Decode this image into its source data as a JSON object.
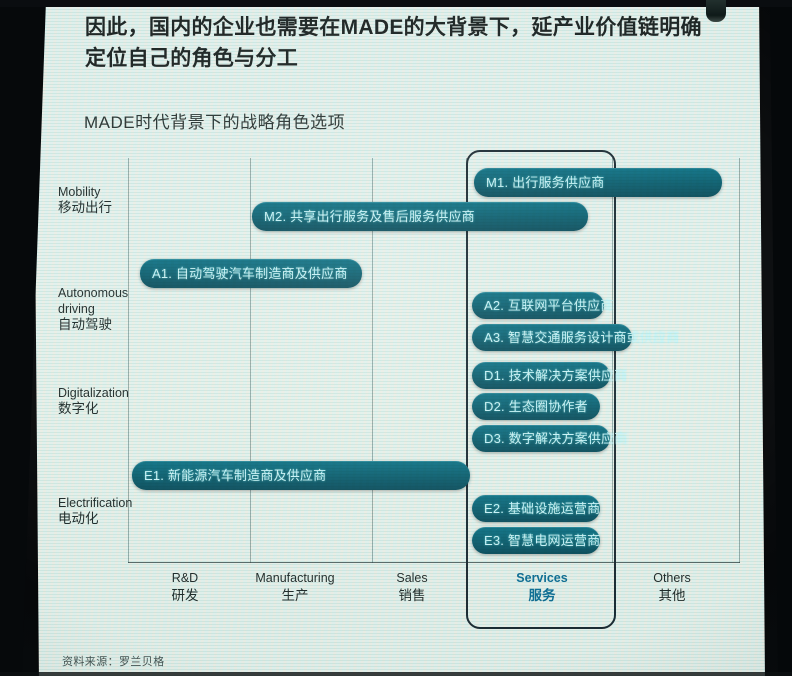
{
  "slide": {
    "headline": "因此，国内的企业也需要在MADE的大背景下，延产业价值链明确定位自己的角色与分工",
    "subhead": "MADE时代背景下的战略角色选项",
    "source": "资料来源：罗兰贝格",
    "page_number": "",
    "accent_color": "#0c6f96",
    "capsule_color": "#0b5f70",
    "capsule_text_color": "#cdf6fb"
  },
  "chart_data": {
    "type": "table",
    "title": "MADE时代背景下的战略角色选项",
    "xlabel": "",
    "ylabel": "",
    "grid": true,
    "legend": "none",
    "columns": [
      {
        "en": "R&D",
        "zh": "研发",
        "highlighted": false
      },
      {
        "en": "Manufacturing",
        "zh": "生产",
        "highlighted": false
      },
      {
        "en": "Sales",
        "zh": "销售",
        "highlighted": false
      },
      {
        "en": "Services",
        "zh": "服务",
        "highlighted": true
      },
      {
        "en": "Others",
        "zh": "其他",
        "highlighted": false
      }
    ],
    "rows": [
      {
        "en": "Mobility",
        "zh": "移动出行"
      },
      {
        "en": "Autonomous driving",
        "zh": "自动驾驶"
      },
      {
        "en": "Digitalization",
        "zh": "数字化"
      },
      {
        "en": "Electrification",
        "zh": "电动化"
      }
    ],
    "items": [
      {
        "code": "M1",
        "label": "M1. 出行服务供应商",
        "row": "Mobility",
        "span_from": "Services",
        "span_to": "Others"
      },
      {
        "code": "M2",
        "label": "M2. 共享出行服务及售后服务供应商",
        "row": "Mobility",
        "span_from": "Manufacturing",
        "span_to": "Services"
      },
      {
        "code": "A1",
        "label": "A1. 自动驾驶汽车制造商及供应商",
        "row": "Autonomous driving",
        "span_from": "R&D",
        "span_to": "Manufacturing"
      },
      {
        "code": "A2",
        "label": "A2. 互联网平台供应商",
        "row": "Autonomous driving",
        "span_from": "Services",
        "span_to": "Services"
      },
      {
        "code": "A3",
        "label": "A3. 智慧交通服务设计商或供应商",
        "row": "Autonomous driving",
        "span_from": "Services",
        "span_to": "Services"
      },
      {
        "code": "D1",
        "label": "D1. 技术解决方案供应商",
        "row": "Digitalization",
        "span_from": "Services",
        "span_to": "Services"
      },
      {
        "code": "D2",
        "label": "D2. 生态圈协作者",
        "row": "Digitalization",
        "span_from": "Services",
        "span_to": "Services"
      },
      {
        "code": "D3",
        "label": "D3. 数字解决方案供应商",
        "row": "Digitalization",
        "span_from": "Services",
        "span_to": "Services"
      },
      {
        "code": "E1",
        "label": "E1. 新能源汽车制造商及供应商",
        "row": "Electrification",
        "span_from": "R&D",
        "span_to": "Sales"
      },
      {
        "code": "E2",
        "label": "E2. 基础设施运营商",
        "row": "Electrification",
        "span_from": "Services",
        "span_to": "Services"
      },
      {
        "code": "E3",
        "label": "E3. 智慧电网运营商",
        "row": "Electrification",
        "span_from": "Services",
        "span_to": "Services"
      }
    ]
  }
}
